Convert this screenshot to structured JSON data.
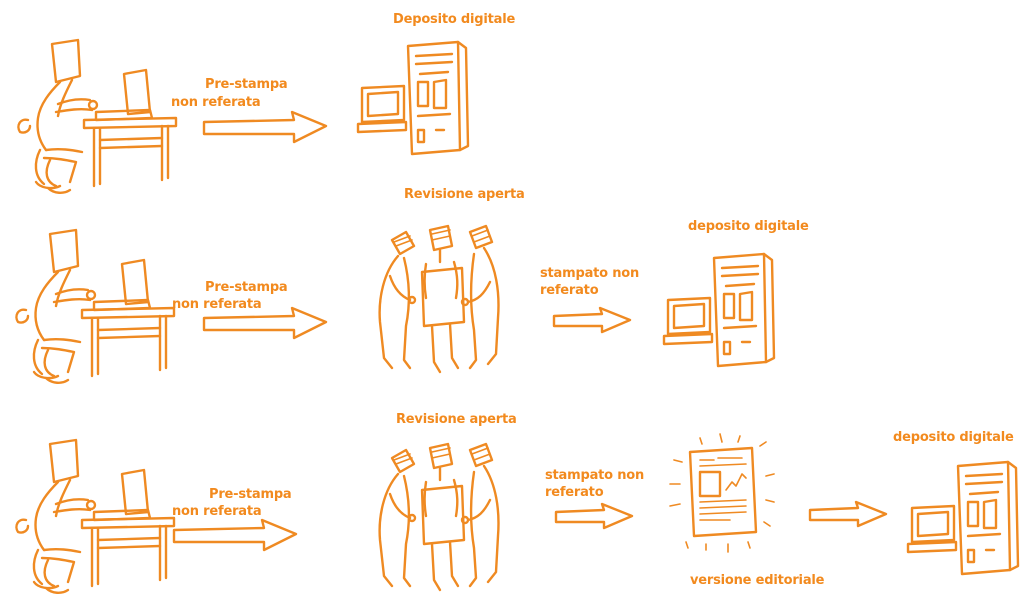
{
  "colors": {
    "ink": "#ef8a22",
    "background": "#ffffff"
  },
  "row1": {
    "arrow_label_1": "Pre-stampa",
    "arrow_label_2": "non referata",
    "repository_label": "Deposito digitale"
  },
  "row2": {
    "arrow_label_1": "Pre-stampa",
    "arrow_label_2": "non referata",
    "review_label": "Revisione aperta",
    "printed_label_1": "stampato non",
    "printed_label_2": "referato",
    "repository_label": "deposito digitale"
  },
  "row3": {
    "arrow_label_1": "Pre-stampa",
    "arrow_label_2": "non referata",
    "review_label": "Revisione aperta",
    "printed_label_1": "stampato non",
    "printed_label_2": "referato",
    "editorial_label": "versione editoriale",
    "repository_label": "deposito digitale"
  }
}
